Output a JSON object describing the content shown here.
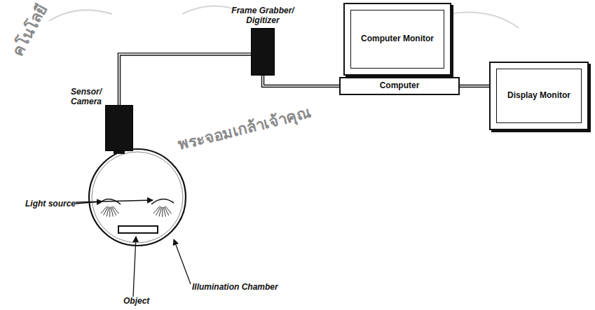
{
  "diagram": {
    "nodes": [
      {
        "text": [
          "Frame Grabber/ Digitizer"
        ]
      },
      {
        "text": [
          "Computer Monitor"
        ]
      },
      {
        "text": [
          "Computer"
        ]
      },
      {
        "text": [
          "Display Monitor"
        ]
      },
      {
        "text": [
          "Sensor/ Camera"
        ]
      },
      {
        "text": [
          "Illumination Chamber"
        ]
      },
      {
        "text": [
          "Object"
        ],
        "in": 5
      }
    ],
    "edges": [
      {
        "from": 4,
        "to": 0,
        "arrow": "none"
      },
      {
        "from": 0,
        "to": 2,
        "arrow": "none"
      },
      {
        "from": 2,
        "to": 3,
        "arrow": "none"
      }
    ],
    "labels": [
      "Light source",
      "คโนโลยี",
      "พระจอมเกล้าเจ้าคุณ"
    ]
  }
}
